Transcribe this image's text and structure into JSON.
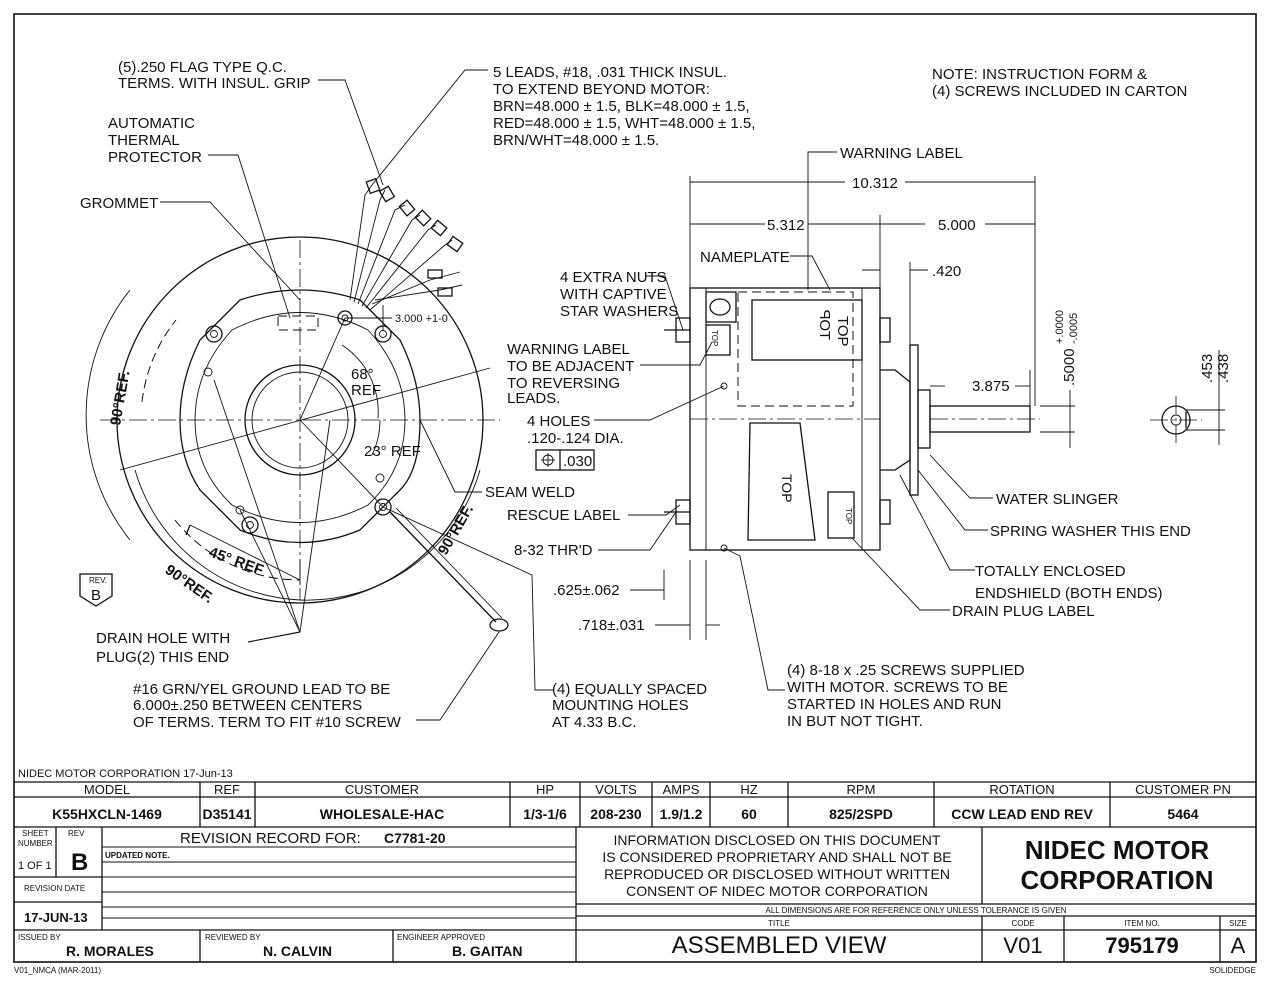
{
  "notes": {
    "qc_terms": [
      "(5).250 FLAG TYPE Q.C.",
      "TERMS. WITH INSUL. GRIP"
    ],
    "leads": [
      "5 LEADS, #18, .031 THICK INSUL.",
      "TO EXTEND BEYOND MOTOR:",
      "BRN=48.000 ± 1.5, BLK=48.000 ± 1.5,",
      "RED=48.000 ± 1.5, WHT=48.000 ± 1.5,",
      "BRN/WHT=48.000 ± 1.5."
    ],
    "carton": [
      "NOTE: INSTRUCTION FORM &",
      "(4) SCREWS INCLUDED IN CARTON"
    ],
    "thermal": [
      "AUTOMATIC",
      "THERMAL",
      "PROTECTOR"
    ],
    "grommet": "GROMMET",
    "warning_label": "WARNING LABEL",
    "nameplate": "NAMEPLATE",
    "extra_nuts": [
      "4 EXTRA NUTS",
      "WITH CAPTIVE",
      "STAR WASHERS"
    ],
    "warning_adjacent": [
      "WARNING LABEL",
      "TO BE ADJACENT",
      "TO REVERSING",
      "LEADS."
    ],
    "holes": [
      "4 HOLES",
      ".120-.124 DIA."
    ],
    "tolerance": ".030",
    "seam_weld": "SEAM WELD",
    "rescue_label": "RESCUE LABEL",
    "thread": "8-32 THR'D",
    "drain_hole": [
      "DRAIN HOLE WITH",
      "PLUG(2) THIS END"
    ],
    "ground_lead": [
      "#16 GRN/YEL GROUND LEAD TO BE",
      "6.000±.250 BETWEEN CENTERS",
      "OF TERMS. TERM TO FIT #10 SCREW"
    ],
    "mounting": [
      "(4) EQUALLY SPACED",
      "MOUNTING HOLES",
      "AT 4.33 B.C."
    ],
    "screws": [
      "(4) 8-18 x .25 SCREWS SUPPLIED",
      "WITH MOTOR. SCREWS TO BE",
      "STARTED IN HOLES AND RUN",
      "IN BUT NOT TIGHT."
    ],
    "water_slinger": "WATER SLINGER",
    "spring_washer": "SPRING WASHER THIS END",
    "enclosed": [
      "TOTALLY ENCLOSED",
      "ENDSHIELD (BOTH ENDS)"
    ],
    "drain_plug": "DRAIN PLUG LABEL",
    "top": "TOP",
    "top_mirror": "TOP"
  },
  "dimensions": {
    "overall": "10.312",
    "body": "5.312",
    "shaft": "5.000",
    "d420": ".420",
    "d3875": "3.875",
    "shaft_dia": ".5000",
    "shaft_tol_plus": "+.0000",
    "shaft_tol_minus": "-.0005",
    "d453": ".453",
    "d438": ".438",
    "d625": ".625±.062",
    "d718": ".718±.031",
    "d3000": "3.000 +1-0",
    "ang68": "68°",
    "ref": "REF",
    "ang23": "23° REF",
    "ang45": "45° REF",
    "ang90a": "90°REF.",
    "ang90b": "90°REF.",
    "ang90c": "90°REF."
  },
  "rev_badge": {
    "label": "REV.",
    "value": "B"
  },
  "title_block": {
    "company_date": "NIDEC MOTOR CORPORATION 17-Jun-13",
    "headers": [
      "MODEL",
      "REF",
      "CUSTOMER",
      "HP",
      "VOLTS",
      "AMPS",
      "HZ",
      "RPM",
      "ROTATION",
      "CUSTOMER PN"
    ],
    "values": [
      "K55HXCLN-1469",
      "D35141",
      "WHOLESALE-HAC",
      "1/3-1/6",
      "208-230",
      "1.9/1.2",
      "60",
      "825/2SPD",
      "CCW LEAD END REV",
      "5464"
    ],
    "sheet_label": [
      "SHEET",
      "NUMBER"
    ],
    "sheet_value": "1 OF 1",
    "rev_label": "REV",
    "rev_value": "B",
    "revision_record_label": "REVISION RECORD FOR:",
    "revision_record_value": "C7781-20",
    "updated_note": "UPDATED NOTE.",
    "revision_date_label": "REVISION DATE",
    "revision_date": "17-JUN-13",
    "proprietary": [
      "INFORMATION DISCLOSED ON THIS DOCUMENT",
      "IS CONSIDERED PROPRIETARY AND SHALL NOT BE",
      "REPRODUCED OR DISCLOSED WITHOUT WRITTEN",
      "CONSENT OF NIDEC MOTOR CORPORATION"
    ],
    "company": [
      "NIDEC MOTOR",
      "CORPORATION"
    ],
    "dims_note": "ALL DIMENSIONS ARE FOR REFERENCE ONLY UNLESS TOLERANCE IS GIVEN",
    "issued_by_label": "ISSUED BY",
    "issued_by": "R. MORALES",
    "reviewed_by_label": "REVIEWED BY",
    "reviewed_by": "N. CALVIN",
    "engineer_label": "ENGINEER APPROVED",
    "engineer": "B. GAITAN",
    "title_label": "TITLE",
    "title": "ASSEMBLED VIEW",
    "code_label": "CODE",
    "code": "V01",
    "item_label": "ITEM NO.",
    "item": "795179",
    "size_label": "SIZE",
    "size": "A",
    "form_id": "V01_NMCA (MAR-2011)",
    "software": "SOLIDEDGE"
  }
}
